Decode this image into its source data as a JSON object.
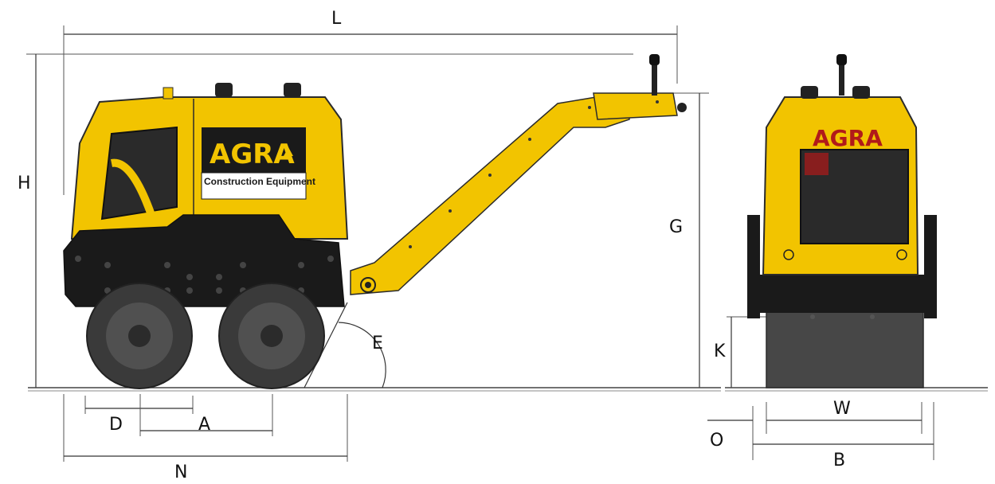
{
  "brand": {
    "logo_text": "AGRA",
    "tagline": "Construction Equipment",
    "rear_logo_text": "AGRA"
  },
  "dimension_labels": {
    "L": "L",
    "H": "H",
    "G": "G",
    "E": "E",
    "K": "K",
    "D": "D",
    "A": "A",
    "N": "N",
    "W": "W",
    "O": "O",
    "B": "B"
  },
  "colors": {
    "body_yellow": "#f2c400",
    "dark": "#1a1a1a",
    "grey": "#6b6b6b",
    "outline": "#2b2b2b"
  }
}
